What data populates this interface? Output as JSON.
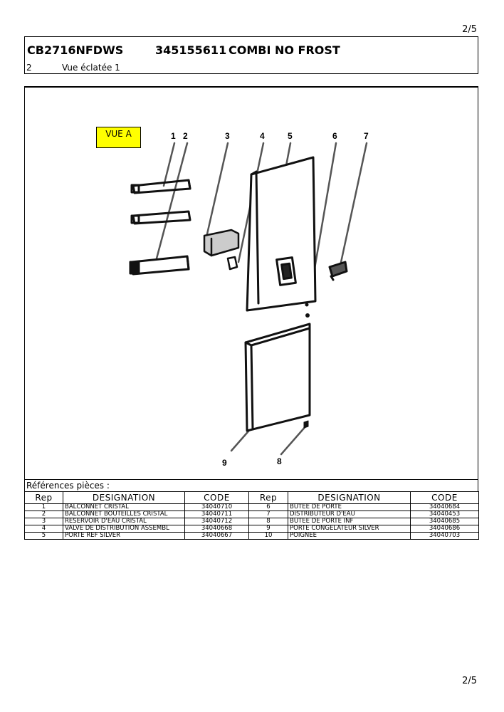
{
  "page": {
    "number_top": "2/5",
    "number_bottom": "2/5"
  },
  "header": {
    "model": "CB2716NFDWS",
    "product_code": "345155611",
    "description": "COMBI NO FROST",
    "section_number": "2",
    "section_title": "Vue éclatée 1"
  },
  "drawing": {
    "view_label": "VUE A",
    "callouts": [
      "1",
      "2",
      "3",
      "4",
      "5",
      "6",
      "7",
      "8",
      "9"
    ],
    "label_color": "#ffff00"
  },
  "references": {
    "title": "Références pièces  :",
    "headers": [
      "Rep",
      "DESIGNATION",
      "CODE",
      "Rep",
      "DESIGNATION",
      "CODE"
    ],
    "rows": [
      [
        "1",
        "BALCONNET CRISTAL",
        "34040710",
        "6",
        "BUTEE DE PORTE",
        "34040684"
      ],
      [
        "2",
        "BALCONNET BOUTEILLES CRISTAL",
        "34040711",
        "7",
        "DISTRIBUTEUR D'EAU",
        "34040453"
      ],
      [
        "3",
        "RESERVOIR D'EAU CRISTAL",
        "34040712",
        "8",
        "BUTEE DE PORTE INF",
        "34040685"
      ],
      [
        "4",
        "VALVE DE DISTRIBUTION ASSEMBL",
        "34040668",
        "9",
        "PORTE CONGELATEUR SILVER",
        "34040686"
      ],
      [
        "5",
        "PORTE REF SILVER",
        "34040667",
        "10",
        "POIGNEE",
        "34040703"
      ]
    ]
  }
}
